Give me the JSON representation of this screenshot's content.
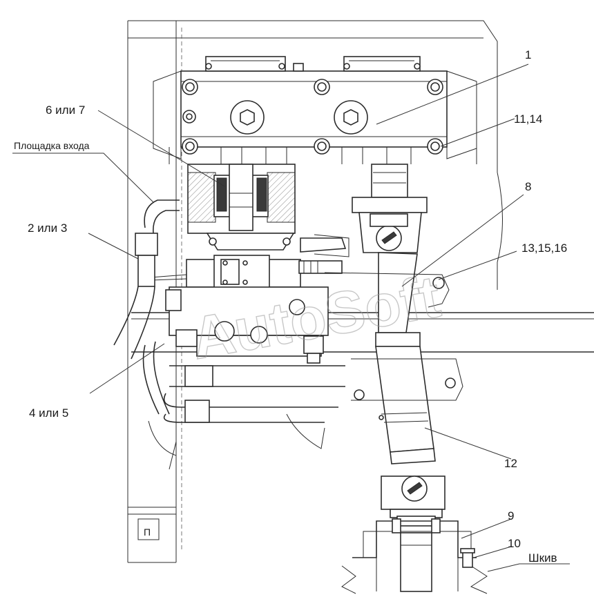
{
  "callouts": {
    "c1": "1",
    "c11_14": "11,14",
    "c6_7": "6 или 7",
    "entry_platform": "Площадка входа",
    "c8": "8",
    "c2_3": "2 или 3",
    "c13_15_16": "13,15,16",
    "c4_5": "4 или 5",
    "c12": "12",
    "c9": "9",
    "c10": "10",
    "pulley": "Шкив"
  },
  "watermark": "AutoSoft",
  "frame_marking": "П"
}
